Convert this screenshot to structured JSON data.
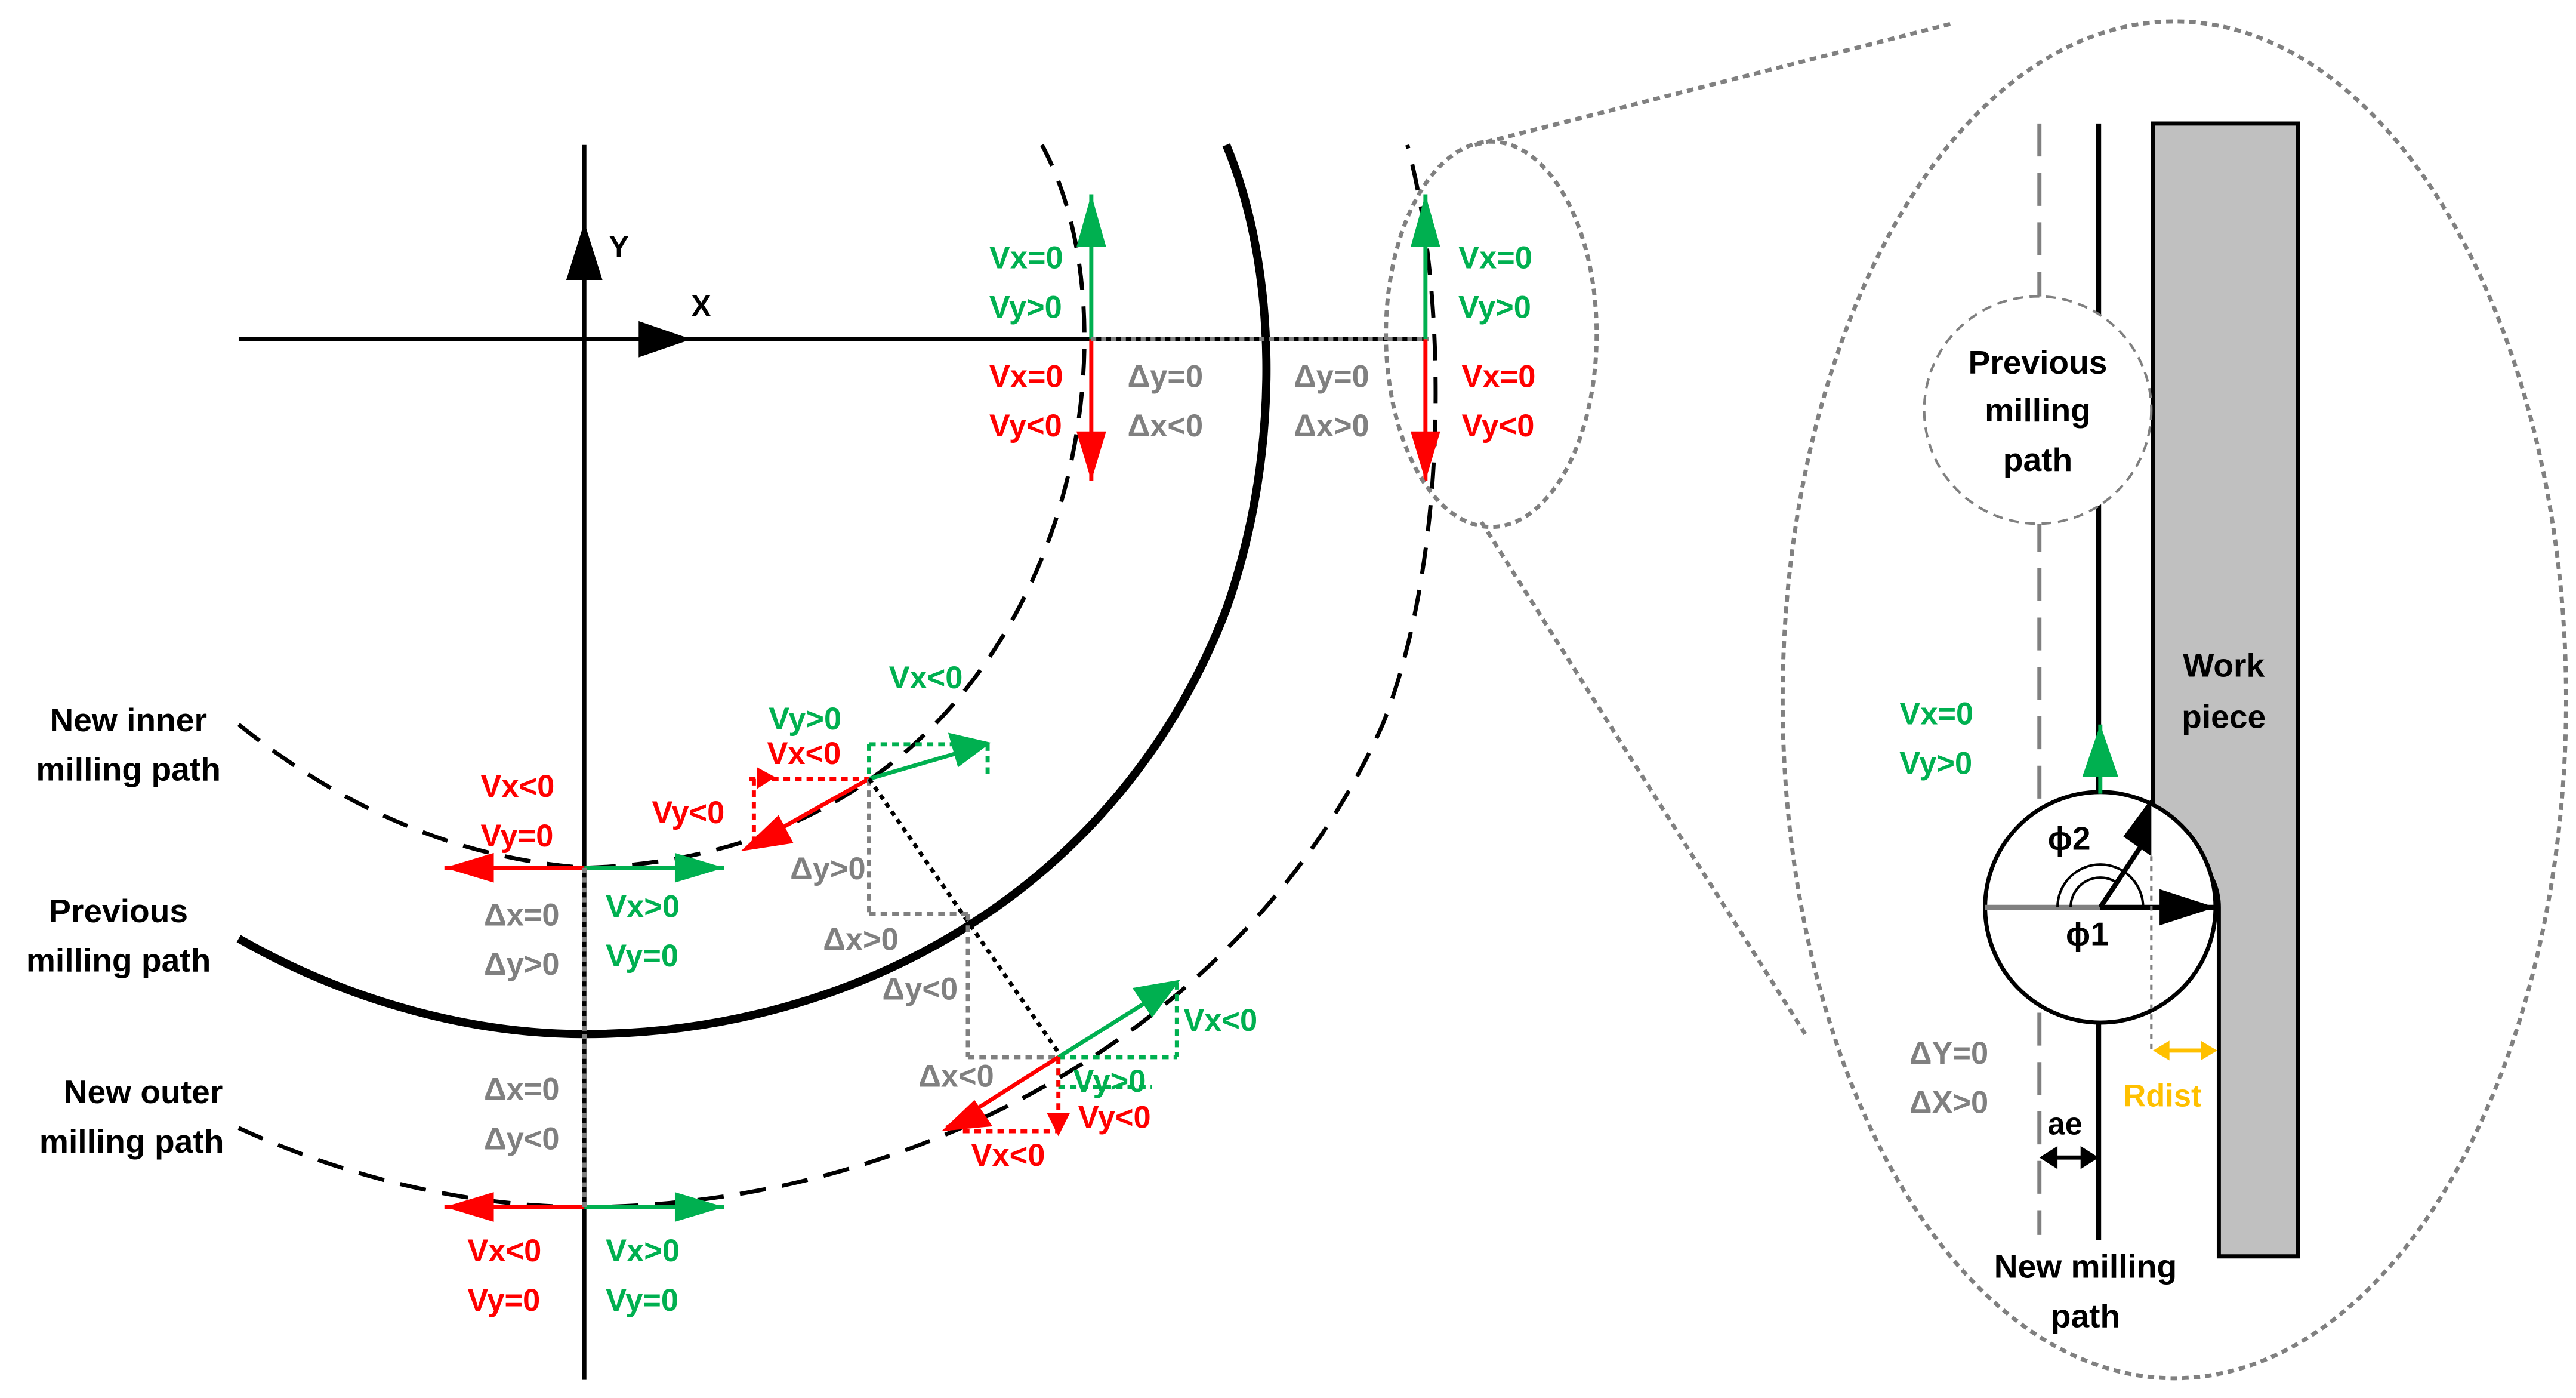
{
  "axes": {
    "x_label": "X",
    "y_label": "Y"
  },
  "path_labels": {
    "inner": [
      "New inner",
      "milling path"
    ],
    "previous": [
      "Previous",
      "milling path"
    ],
    "outer": [
      "New outer",
      "milling path"
    ]
  },
  "labels": {
    "vx0": "Vx=0",
    "vy_pos": "Vy>0",
    "vy_neg": "Vy<0",
    "vx_neg": "Vx<0",
    "vx_pos": "Vx>0",
    "vy0": "Vy=0",
    "dy0": "Δy=0",
    "dx_neg": "Δx<0",
    "dx_pos": "Δx>0",
    "dx0": "Δx=0",
    "dy_pos": "Δy>0",
    "dy_neg": "Δy<0"
  },
  "zoom": {
    "previous_path": [
      "Previous",
      "milling",
      "path"
    ],
    "workpiece": [
      "Work",
      "piece"
    ],
    "new_path": [
      "New milling",
      "path"
    ],
    "vx0": "Vx=0",
    "vy_pos": "Vy>0",
    "phi2": "ϕ2",
    "phi1": "ϕ1",
    "dY0": "ΔY=0",
    "dX_pos": "ΔX>0",
    "ae": "ae",
    "rdist": "Rdist"
  },
  "colors": {
    "red": "#ff0000",
    "green": "#00b050",
    "gray": "#808080",
    "orange": "#ffc000",
    "workpiece": "#c0c0c0"
  }
}
